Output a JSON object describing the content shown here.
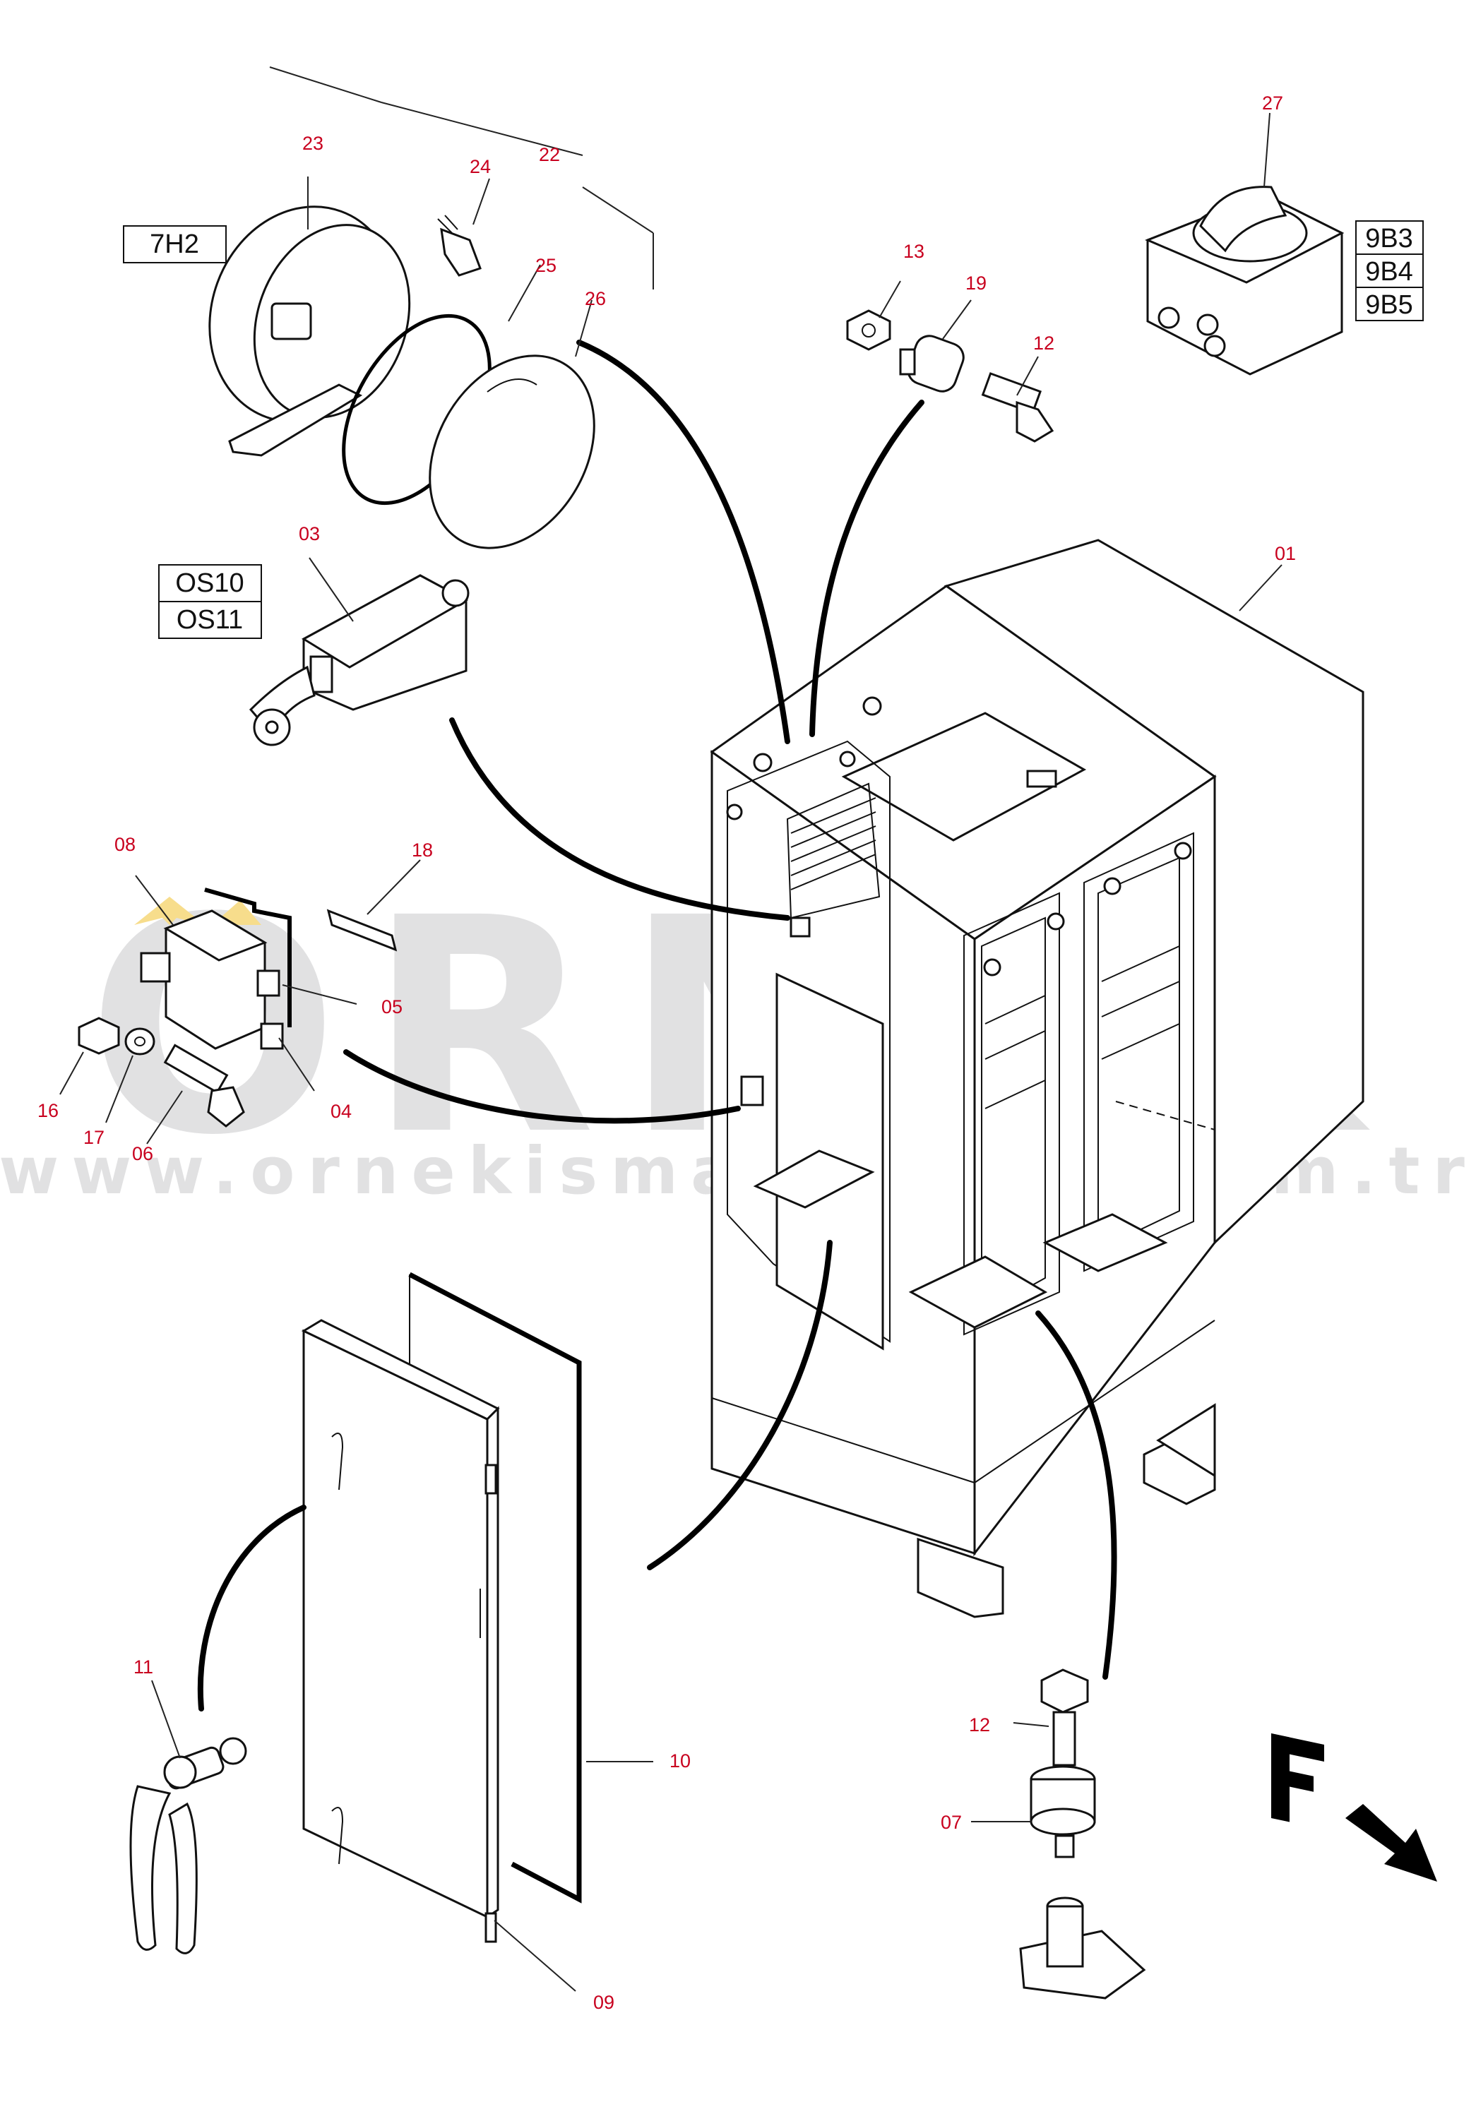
{
  "colors": {
    "label": "#c8001e",
    "line": "#111111",
    "watermark": "#c9c9cc",
    "watermark_accent": "#f2c230"
  },
  "watermark": {
    "brand": "ORNEK",
    "url": "www.ornekismakinalari.com.tr"
  },
  "ref_boxes": [
    {
      "id": "7H2",
      "text": "7H2"
    },
    {
      "id": "OS10",
      "text": "OS10"
    },
    {
      "id": "OS11",
      "text": "OS11"
    },
    {
      "id": "9B3",
      "text": "9B3"
    },
    {
      "id": "9B4",
      "text": "9B4"
    },
    {
      "id": "9B5",
      "text": "9B5"
    }
  ],
  "labels": {
    "p01": "01",
    "p03": "03",
    "p04": "04",
    "p05": "05",
    "p06": "06",
    "p07": "07",
    "p08": "08",
    "p09": "09",
    "p10": "10",
    "p11": "11",
    "p12a": "12",
    "p12b": "12",
    "p13": "13",
    "p16": "16",
    "p17": "17",
    "p18": "18",
    "p19": "19",
    "p22": "22",
    "p23": "23",
    "p24": "24",
    "p25": "25",
    "p26": "26",
    "p27": "27"
  },
  "direction_marker": {
    "letter": "F",
    "icon": "arrow-down-right-icon"
  }
}
